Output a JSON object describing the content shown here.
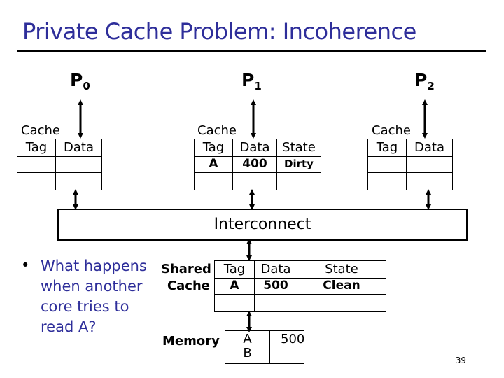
{
  "title": "Private Cache Problem: Incoherence",
  "processors": [
    {
      "name": "P",
      "sub": "0"
    },
    {
      "name": "P",
      "sub": "1"
    },
    {
      "name": "P",
      "sub": "2"
    }
  ],
  "caches": {
    "c0": {
      "label": "Cache",
      "tag": "Tag",
      "data": "Data"
    },
    "c1": {
      "label": "Cache",
      "tag": "Tag",
      "data": "Data",
      "state": "State",
      "row_tag": "A",
      "row_data": "400",
      "row_state": "Dirty"
    },
    "c2": {
      "label": "Cache",
      "tag": "Tag",
      "data": "Data"
    }
  },
  "interconnect": "Interconnect",
  "question": [
    "What happens",
    "when another",
    "core tries to",
    "read A?"
  ],
  "shared": {
    "label1": "Shared",
    "label2": "Cache",
    "tag": "Tag",
    "data": "Data",
    "state": "State",
    "row_tag": "A",
    "row_data": "500",
    "row_state": "Clean"
  },
  "memory": {
    "label": "Memory",
    "addr1": "A",
    "addr2": "B",
    "value": "500"
  },
  "page_number": "39"
}
